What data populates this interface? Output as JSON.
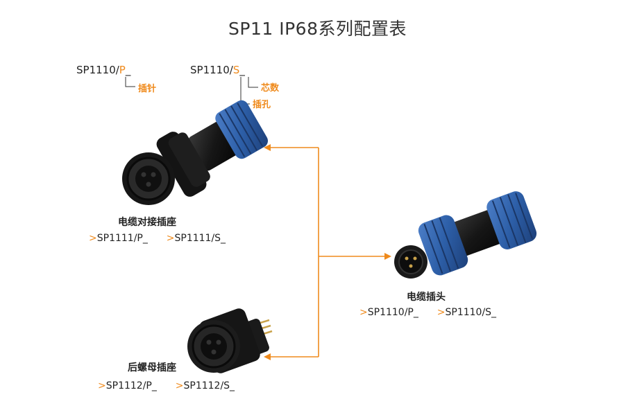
{
  "title": "SP11 IP68系列配置表",
  "legend": {
    "plug_code_prefix": "SP1110/",
    "plug_code_letter": "P",
    "plug_code_suffix": "_",
    "plug_note": "插针",
    "socket_code_prefix": "SP1110/",
    "socket_code_letter": "S",
    "socket_code_suffix": "_",
    "socket_note_cores": "芯数",
    "socket_note_hole": "插孔"
  },
  "products": {
    "cable_coupler": {
      "name": "电缆对接插座",
      "parts": [
        ">",
        "SP1111/P_",
        ">",
        "SP1111/S_"
      ]
    },
    "cable_plug": {
      "name": "电缆插头",
      "parts": [
        ">",
        "SP1110/P_",
        ">",
        "SP1110/S_"
      ]
    },
    "rear_nut_socket": {
      "name": "后螺母插座",
      "parts": [
        ">",
        "SP1112/P_",
        ">",
        "SP1112/S_"
      ]
    }
  },
  "colors": {
    "accent": "#ef8a1c",
    "connector_blue": "#2d5fa8",
    "connector_black": "#1b1b1b"
  }
}
